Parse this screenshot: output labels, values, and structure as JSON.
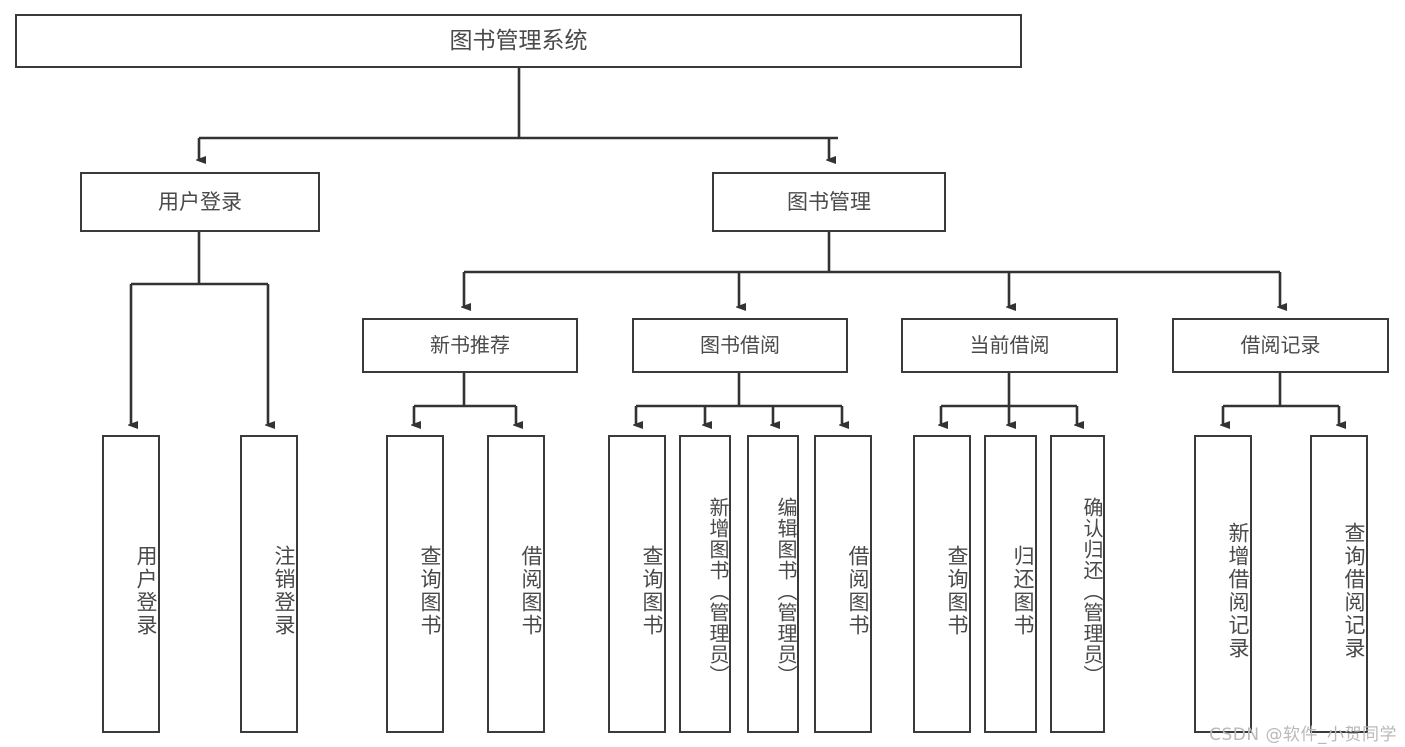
{
  "diagram": {
    "title": "图书管理系统",
    "watermark": "CSDN @软件_小贺同学",
    "colors": {
      "box_border": "#3a3a3a",
      "connector": "#333333",
      "text": "#4a4a4a",
      "background": "#ffffff",
      "watermark": "#b9b9b9"
    },
    "root": {
      "label": "图书管理系统"
    },
    "level2": [
      {
        "label": "用户登录"
      },
      {
        "label": "图书管理"
      }
    ],
    "level3": [
      {
        "label": "新书推荐"
      },
      {
        "label": "图书借阅"
      },
      {
        "label": "当前借阅"
      },
      {
        "label": "借阅记录"
      }
    ],
    "leaves": {
      "user_login": [
        {
          "label": "用户登录"
        },
        {
          "label": "注销登录"
        }
      ],
      "new_book_recommend": [
        {
          "label": "查询图书"
        },
        {
          "label": "借阅图书"
        }
      ],
      "book_borrow": [
        {
          "label": "查询图书"
        },
        {
          "label": "新增图书（管理员）"
        },
        {
          "label": "编辑图书（管理员）"
        },
        {
          "label": "借阅图书"
        }
      ],
      "current_borrow": [
        {
          "label": "查询图书"
        },
        {
          "label": "归还图书"
        },
        {
          "label": "确认归还（管理员）"
        }
      ],
      "borrow_record": [
        {
          "label": "新增借阅记录"
        },
        {
          "label": "查询借阅记录"
        }
      ]
    }
  }
}
